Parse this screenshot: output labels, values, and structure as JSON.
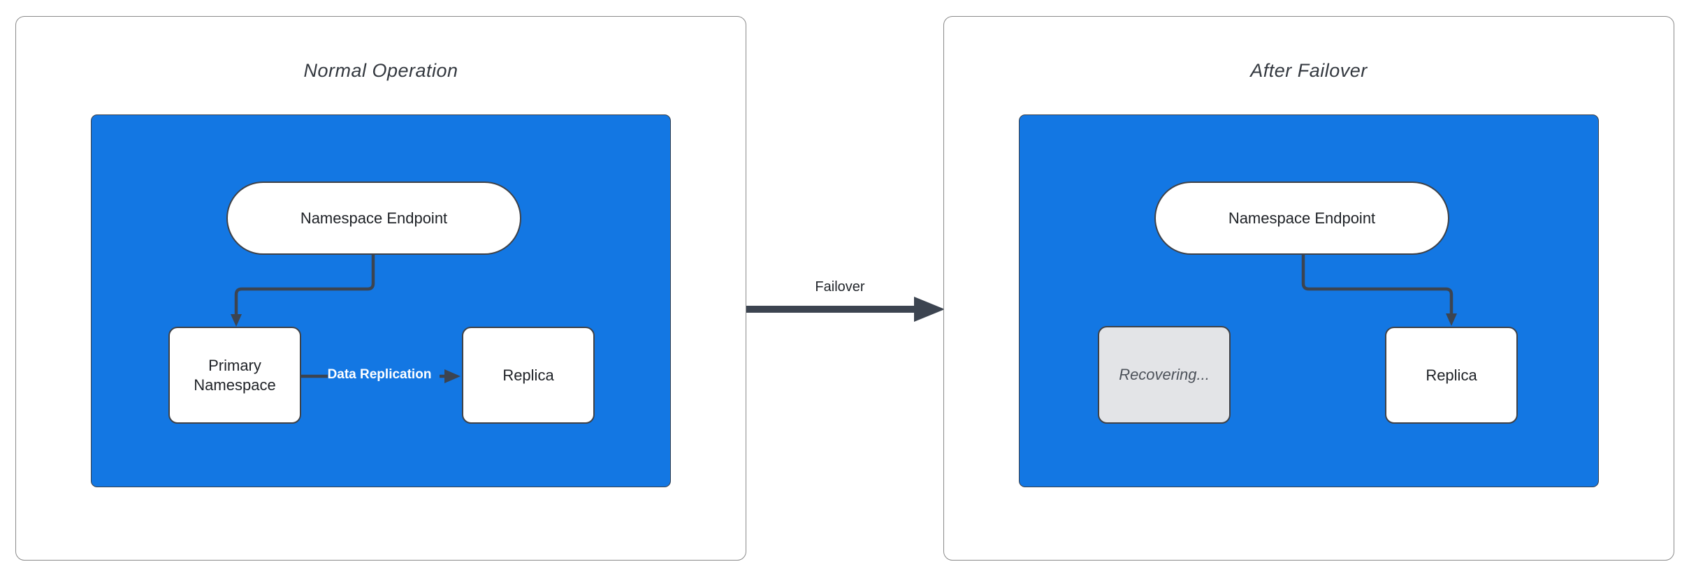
{
  "panels": [
    {
      "title": "Normal Operation",
      "endpoint": "Namespace Endpoint",
      "primary": "Primary Namespace",
      "replica": "Replica",
      "edge_label": "Data Replication"
    },
    {
      "title": "After Failover",
      "endpoint": "Namespace Endpoint",
      "recovering": "Recovering...",
      "replica": "Replica"
    }
  ],
  "transition": {
    "label": "Failover"
  },
  "colors": {
    "cluster_fill": "#1377E3",
    "node_fill": "#FFFFFF",
    "recovering_fill": "#E3E4E7",
    "arrow": "#3C4450",
    "edge_label_text": "#FFFFFF",
    "panel_border": "#8A8A8A"
  }
}
